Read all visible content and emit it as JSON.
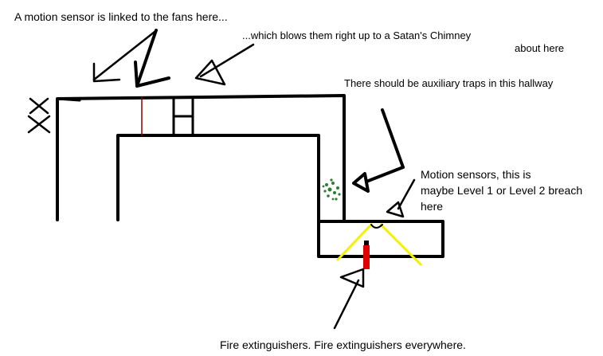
{
  "annotations": {
    "motion_sensor_fans": "A motion sensor is linked to the fans here...",
    "satans_chimney": "...which blows them right up to a Satan's Chimney",
    "about_here": "about here",
    "auxiliary_traps": "There should be auxiliary traps in this hallway",
    "motion_sensors_line1": "Motion sensors, this is",
    "motion_sensors_line2": "maybe Level 1 or Level 2 breach",
    "motion_sensors_line3": "here",
    "fire_extinguishers": "Fire extinguishers. Fire extinguishers everywhere."
  },
  "colors": {
    "ink": "#000000",
    "background": "#ffffff",
    "extinguisher": "#e00000",
    "sensor_beam": "#f2f200",
    "sensor_wire": "#8b0000",
    "foliage": "#2e7d32"
  },
  "marks": {
    "entrance_symbol": "double-x"
  }
}
